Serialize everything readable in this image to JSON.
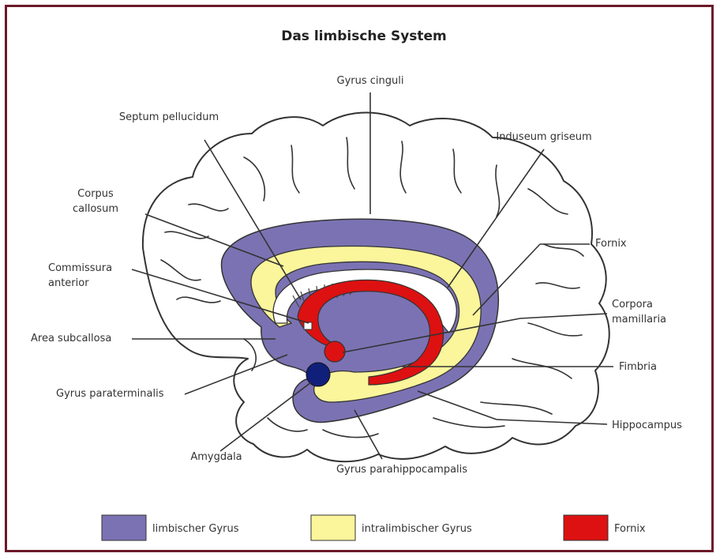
{
  "title": "Das limbische System",
  "labels": {
    "gyrus_cinguli": "Gyrus cinguli",
    "septum_pellucidum": "Septum pellucidum",
    "induseum_griseum": "Induseum griseum",
    "corpus_callosum_1": "Corpus",
    "corpus_callosum_2": "callosum",
    "fornix": "Fornix",
    "commissura_1": "Commissura",
    "commissura_2": "anterior",
    "corpora_1": "Corpora",
    "corpora_2": "mamillaria",
    "area_subcallosa": "Area subcallosa",
    "fimbria": "Fimbria",
    "gyrus_paraterminalis": "Gyrus paraterminalis",
    "hippocampus": "Hippocampus",
    "amygdala": "Amygdala",
    "gyrus_parahippocampalis": "Gyrus parahippocampalis"
  },
  "legend": [
    {
      "label": "limbischer Gyrus",
      "color": "#7b72b3"
    },
    {
      "label": "intralimbischer Gyrus",
      "color": "#fbf59b"
    },
    {
      "label": "Fornix",
      "color": "#dd1111"
    }
  ],
  "colors": {
    "amygdala": "#10207a",
    "frame": "#6b1a2a"
  }
}
